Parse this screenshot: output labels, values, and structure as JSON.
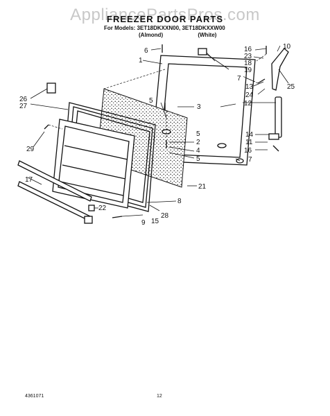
{
  "watermark": "AppliancePartsPros.com",
  "title": "FREEZER DOOR PARTS",
  "models_line": "For Models: 3ET18DKXXN00, 3ET18DKXXW00",
  "variants": [
    "(Almond)",
    "(White)"
  ],
  "footer": {
    "doc_number": "4361071",
    "page_number": "12"
  },
  "part_labels": [
    "1",
    "2",
    "3",
    "4",
    "5",
    "5",
    "5",
    "6",
    "7",
    "7",
    "8",
    "9",
    "10",
    "11",
    "12",
    "13",
    "14",
    "15",
    "16",
    "16",
    "17",
    "18",
    "19",
    "21",
    "22",
    "23",
    "24",
    "25",
    "26",
    "27",
    "28",
    "29"
  ]
}
